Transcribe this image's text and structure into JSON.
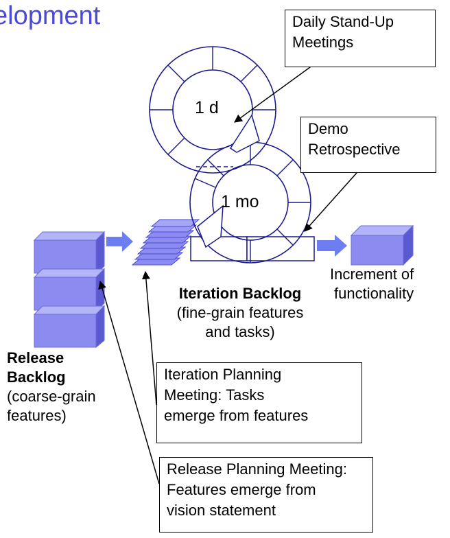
{
  "title": "elopment",
  "callouts": {
    "daily": [
      "Daily Stand-Up",
      "Meetings"
    ],
    "demo": [
      "Demo",
      "Retrospective"
    ],
    "iteration_planning": [
      "Iteration Planning",
      "Meeting: Tasks",
      "emerge from features"
    ],
    "release_planning": [
      "Release Planning Meeting:",
      "Features emerge from",
      "vision statement"
    ]
  },
  "cycles": {
    "daily": "1 d",
    "monthly": "1 mo"
  },
  "labels": {
    "increment": [
      "Increment of",
      "functionality"
    ],
    "iteration_backlog": {
      "title": "Iteration Backlog",
      "desc": [
        "(fine-grain features",
        "and tasks)"
      ]
    },
    "release_backlog": {
      "title": [
        "Release",
        "Backlog"
      ],
      "desc": [
        "(coarse-grain",
        "features)"
      ]
    }
  },
  "colors": {
    "title": "#4a4ad6",
    "cube_front": "#8c8cf0",
    "cube_top": "#b4b4f8",
    "cube_side": "#5a5ad2",
    "cycle_stroke": "#1a1a8c",
    "arrow": "#6d7ff0"
  }
}
